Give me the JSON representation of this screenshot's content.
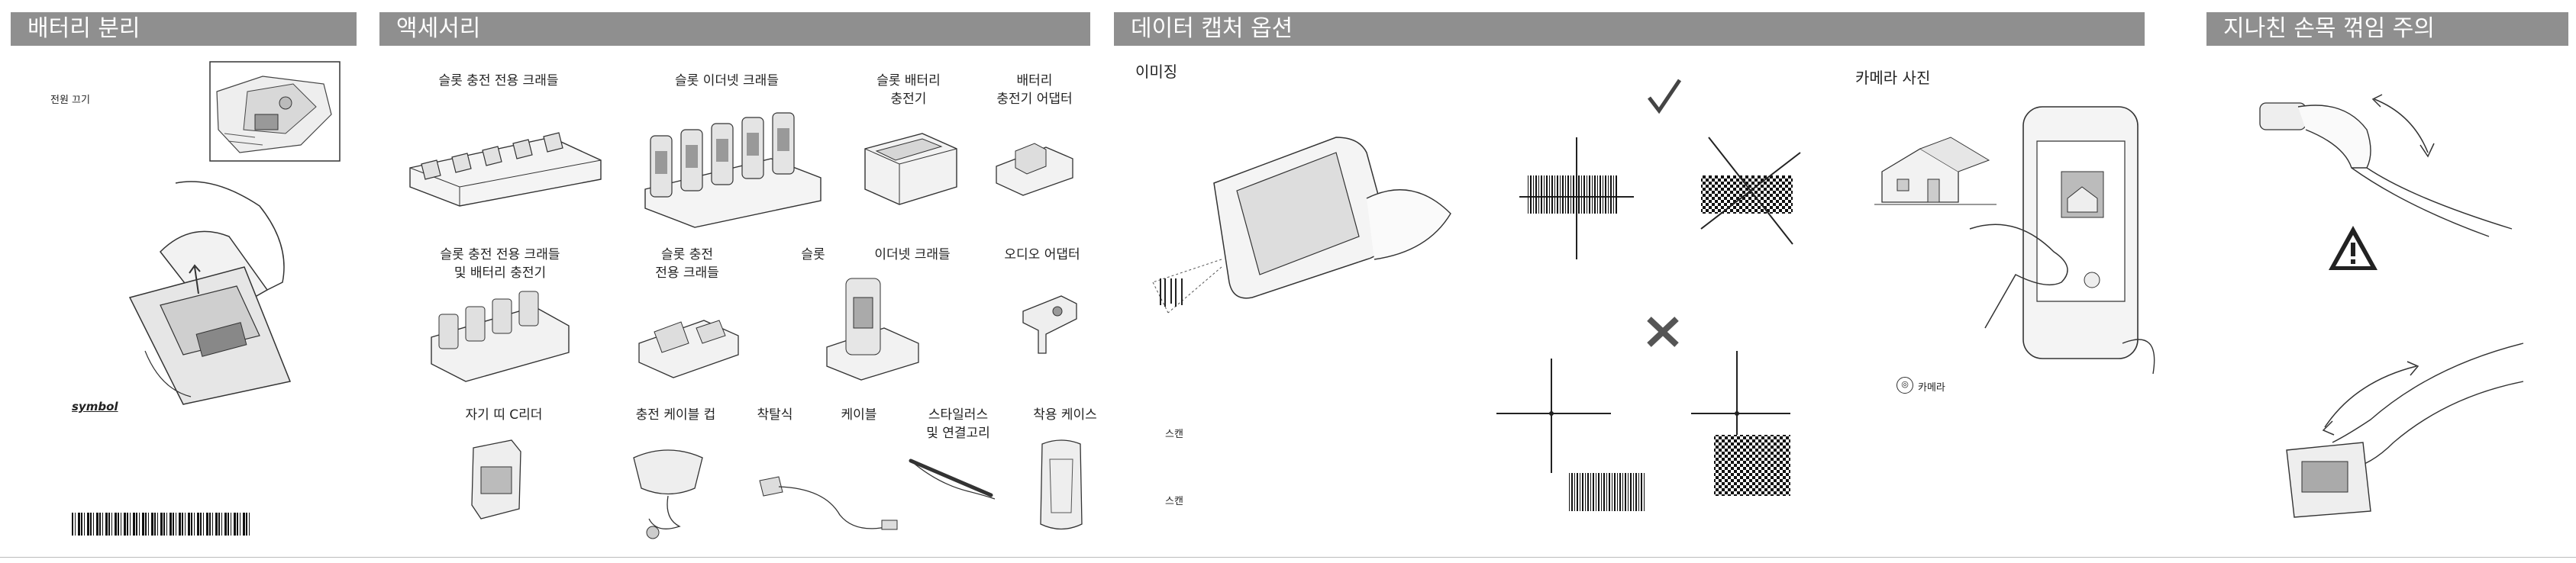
{
  "sections": {
    "battery": {
      "title": "배터리 분리",
      "power_off": "전원 끄기",
      "brand": "symbol"
    },
    "accessories": {
      "title": "액세서리",
      "items": [
        "슬롯 충전 전용 크래들",
        "슬롯 이더넷 크래들",
        "슬롯 배터리\n충전기",
        "배터리\n충전기 어댑터",
        "슬롯 충전 전용 크래들\n및 배터리 충전기",
        "슬롯 충전\n전용 크래들",
        "슬롯",
        "이더넷 크래들",
        "오디오 어댑터",
        "자기 띠 C리더",
        "충전 케이블 컵",
        "착탈식",
        "케이블",
        "스타일러스\n및 연결고리",
        "착용 케이스"
      ]
    },
    "capture": {
      "title": "데이터 캡처 옵션",
      "imaging": "이미징",
      "camera_photo": "카메라 사진",
      "scan1": "스캔",
      "scan2": "스캔",
      "camera_label": "카메라"
    },
    "caution": {
      "title": "지나친 손목 꺾임 주의"
    }
  }
}
